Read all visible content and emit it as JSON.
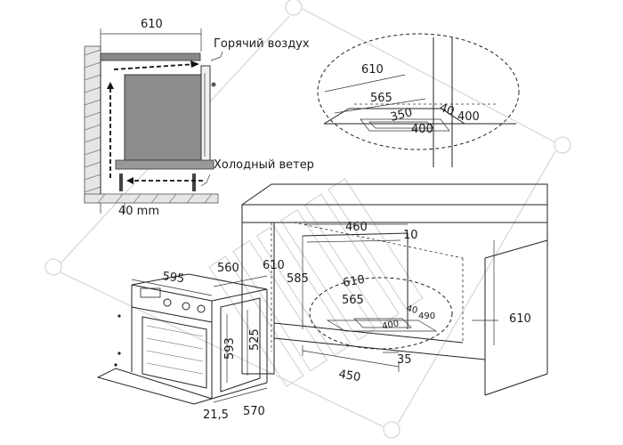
{
  "labels": {
    "hot_air": "Горячий воздух",
    "cold_wind": "Холодный ветер",
    "gap": "40 mm"
  },
  "dims": {
    "d610_top": "610",
    "d610_detail": "610",
    "d565_detail": "565",
    "d350_detail": "350",
    "d400_detail": "400",
    "d40_detail": "40",
    "d400b_detail": "400",
    "d460": "460",
    "d10": "10",
    "d610_cab_left": "610",
    "d585": "585",
    "d610_cab_inner": "610",
    "d565_cab": "565",
    "d40_cab": "40",
    "d490": "490",
    "d400_cab": "400",
    "d35": "35",
    "d450": "450",
    "d610_right": "610",
    "d595": "595",
    "d560": "560",
    "d593": "593",
    "d525": "525",
    "d21_5": "21,5",
    "d570": "570"
  }
}
